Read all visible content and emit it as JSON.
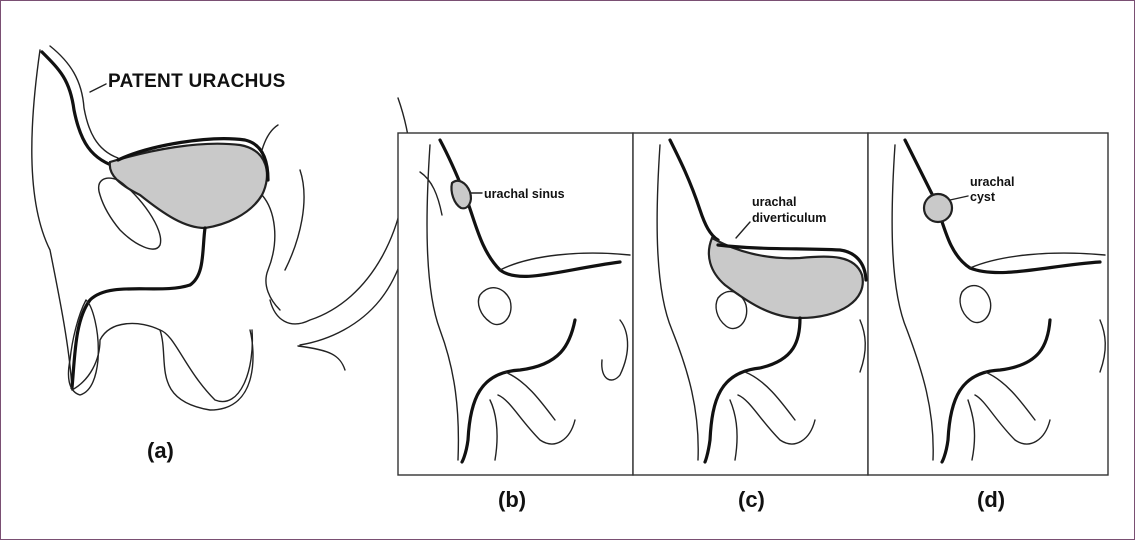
{
  "figure": {
    "panel_a": {
      "title": "PATENT URACHUS",
      "label": "(a)"
    },
    "panel_b": {
      "annotation": "urachal sinus",
      "label": "(b)"
    },
    "panel_c": {
      "annotation_line1": "urachal",
      "annotation_line2": "diverticulum",
      "label": "(c)"
    },
    "panel_d": {
      "annotation_line1": "urachal",
      "annotation_line2": "cyst",
      "label": "(d)"
    }
  },
  "colors": {
    "border": "#7a4f73",
    "organ_fill": "#c9c9c9",
    "ink": "#222222"
  }
}
